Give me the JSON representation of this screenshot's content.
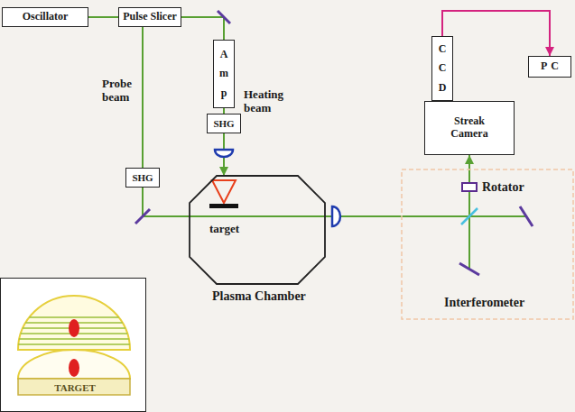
{
  "diagram": {
    "nodes": [
      {
        "text": [
          "Oscillator"
        ]
      },
      {
        "text": [
          "Pulse Slicer"
        ]
      },
      {
        "text": [
          "Amp"
        ]
      },
      {
        "text": [
          "SHG"
        ]
      },
      {
        "text": [
          "CCD"
        ]
      },
      {
        "text": [
          "PC"
        ]
      },
      {
        "text": [
          "Streak Camera"
        ]
      },
      {
        "text": [
          "SHG"
        ]
      },
      {
        "text": [
          "Plasma Chamber"
        ]
      },
      {
        "text": [
          "TARGET"
        ]
      }
    ],
    "edges": [
      {
        "from": 0,
        "to": 1,
        "arrow": "none"
      },
      {
        "from": 1,
        "to": 2,
        "arrow": "none"
      },
      {
        "from": 2,
        "to": 3,
        "arrow": "none"
      },
      {
        "from": 3,
        "to": 8,
        "arrow": "to"
      },
      {
        "from": 1,
        "to": 7,
        "arrow": "none"
      },
      {
        "from": 7,
        "to": 8,
        "arrow": "none"
      },
      {
        "from": 8,
        "to": 6,
        "arrow": "to"
      },
      {
        "from": 4,
        "to": 5,
        "arrow": "to"
      }
    ],
    "labels": [
      "Probe beam",
      "Heating beam",
      "target",
      "Rotator",
      "Interferometer"
    ]
  }
}
